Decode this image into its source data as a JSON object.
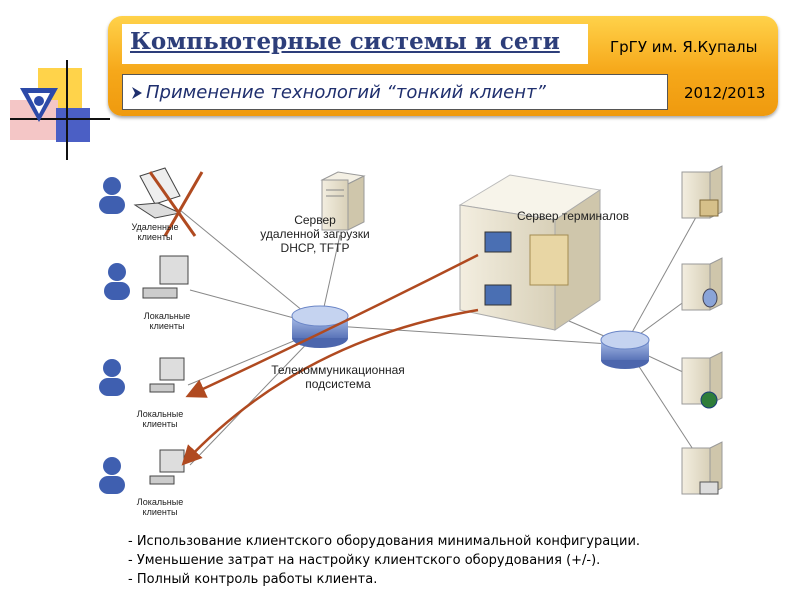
{
  "header": {
    "title": "Компьютерные системы и сети",
    "university": "ГрГУ им. Я.Купалы",
    "subtitle": "Применение технологий “тонкий клиент”",
    "year": "2012/2013"
  },
  "diagram": {
    "remote_clients": "Удаленные клиенты",
    "local_clients": "Локальные клиенты",
    "boot_server_line1": "Сервер",
    "boot_server_line2": "удаленной загрузки",
    "boot_server_line3": "DHCP, TFTP",
    "terminal_server": "Сервер терминалов",
    "telecom_line1": "Телекоммуникационная",
    "telecom_line2": "подсистема"
  },
  "bullets": [
    "- Использование клиентского оборудования минимальной конфигурации.",
    "- Уменьшение затрат на настройку клиентского оборудования (+/-).",
    "- Полный контроль работы клиента."
  ],
  "colors": {
    "banner": "#f6a81a",
    "title": "#2d3e7a",
    "arrow": "#b04a20",
    "cross": "#b04a20",
    "hub": "#6b86c7"
  }
}
